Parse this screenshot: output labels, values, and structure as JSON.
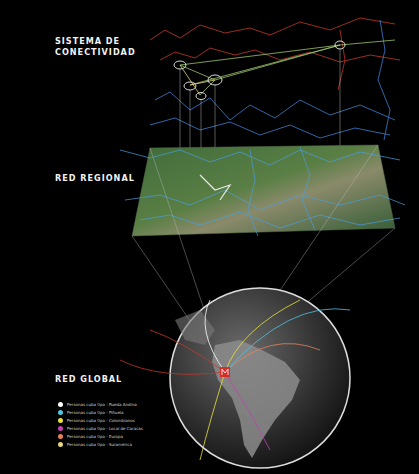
{
  "diagram": {
    "labels": [
      "SISTEMA DE CONECTIVIDAD",
      "RED REGIONAL",
      "RED GLOBAL"
    ],
    "legend": [
      {
        "text": "Personas cuba tipo - Rueda Andina",
        "color": "#ffffff"
      },
      {
        "text": "Personas cuba tipo - Piñuela",
        "color": "#4fc3e0"
      },
      {
        "text": "Personas cuba tipo - Colombianos",
        "color": "#e8e23a"
      },
      {
        "text": "Personas cuba tipo - Local de Caracas",
        "color": "#c23fb0"
      },
      {
        "text": "Personas cuba tipo - Europa",
        "color": "#e8825a"
      },
      {
        "text": "Personas cuba tipo - Suramérica",
        "color": "#e6d77a"
      }
    ]
  }
}
